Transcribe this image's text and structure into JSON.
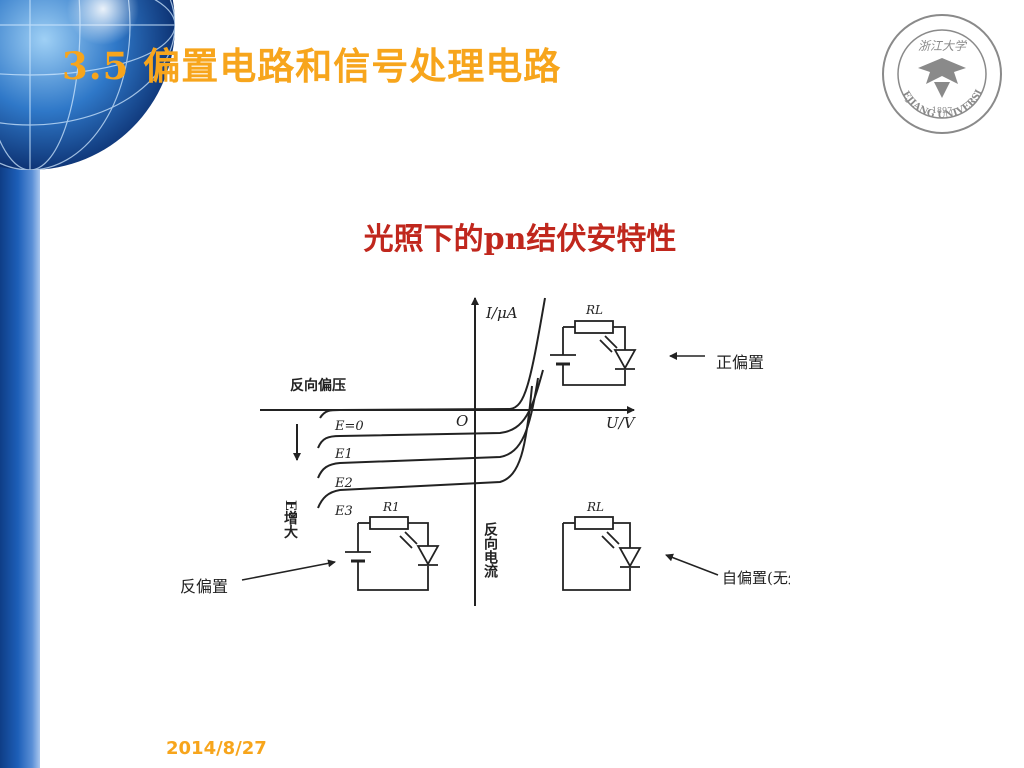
{
  "slide": {
    "title": "3.5 偏置电路和信号处理电路",
    "subtitle": "光照下的pn结伏安特性",
    "date": "2014/8/27"
  },
  "logo": {
    "text": "ZHEJIANG UNIVERSITY",
    "year": "1897",
    "seal_chars": "浙江大学"
  },
  "figure": {
    "y_axis_label": "I/μA",
    "x_axis_label": "U/V",
    "origin_label": "O",
    "reverse_bias_label": "反向偏压",
    "reverse_current_label": "反向电流",
    "e_increase_label": "E增大",
    "curve_labels": [
      "E=0",
      "E1",
      "E2",
      "E3"
    ],
    "resistor_label": "R1",
    "resistor_label_self": "RL",
    "resistor_label_forward": "RL",
    "annotation_forward_bias": "正偏置",
    "annotation_reverse_bias": "反偏置",
    "annotation_self_bias": "自偏置(无外加偏压)"
  },
  "colors": {
    "title": "#f7a51c",
    "subtitle": "#c0271d",
    "date": "#f7a51c",
    "sidebar": "#1d5fb8"
  }
}
